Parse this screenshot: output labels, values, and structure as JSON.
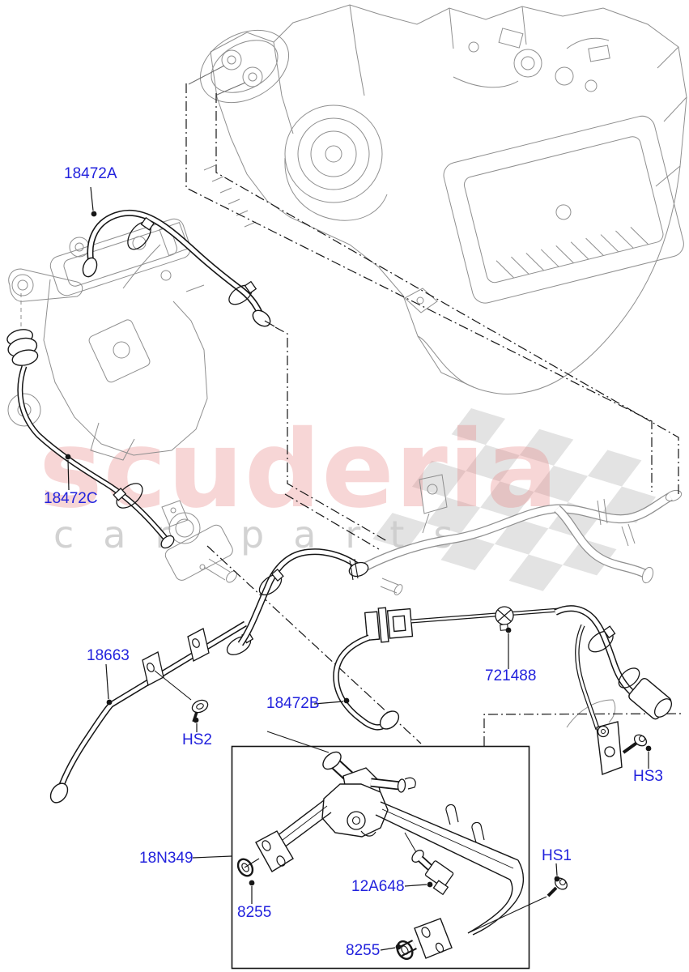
{
  "diagram": {
    "kind": "vehicle-parts-line-diagram",
    "subject": "Heater hoses, engine and HVAC unit with water crossover pipe detail inset"
  },
  "watermark": {
    "brand": "scuderia",
    "tagline": "car parts"
  },
  "colors": {
    "label_blue": "#2222dd",
    "ink": "#161616",
    "ghost_gray": "#8f8f8f",
    "watermark_pink": "#e88888",
    "watermark_gray": "#cbcbcb",
    "flag_gray": "#e3e3e3",
    "background": "#ffffff"
  },
  "labels": [
    {
      "id": "18472A",
      "text": "18472A"
    },
    {
      "id": "18472C",
      "text": "18472C"
    },
    {
      "id": "18663",
      "text": "18663"
    },
    {
      "id": "18472B",
      "text": "18472B"
    },
    {
      "id": "721488",
      "text": "721488"
    },
    {
      "id": "HS2",
      "text": "HS2"
    },
    {
      "id": "HS3",
      "text": "HS3"
    },
    {
      "id": "18N349",
      "text": "18N349"
    },
    {
      "id": "12A648",
      "text": "12A648"
    },
    {
      "id": "8255-upper",
      "text": "8255"
    },
    {
      "id": "8255-lower",
      "text": "8255"
    },
    {
      "id": "HS1",
      "text": "HS1"
    }
  ]
}
